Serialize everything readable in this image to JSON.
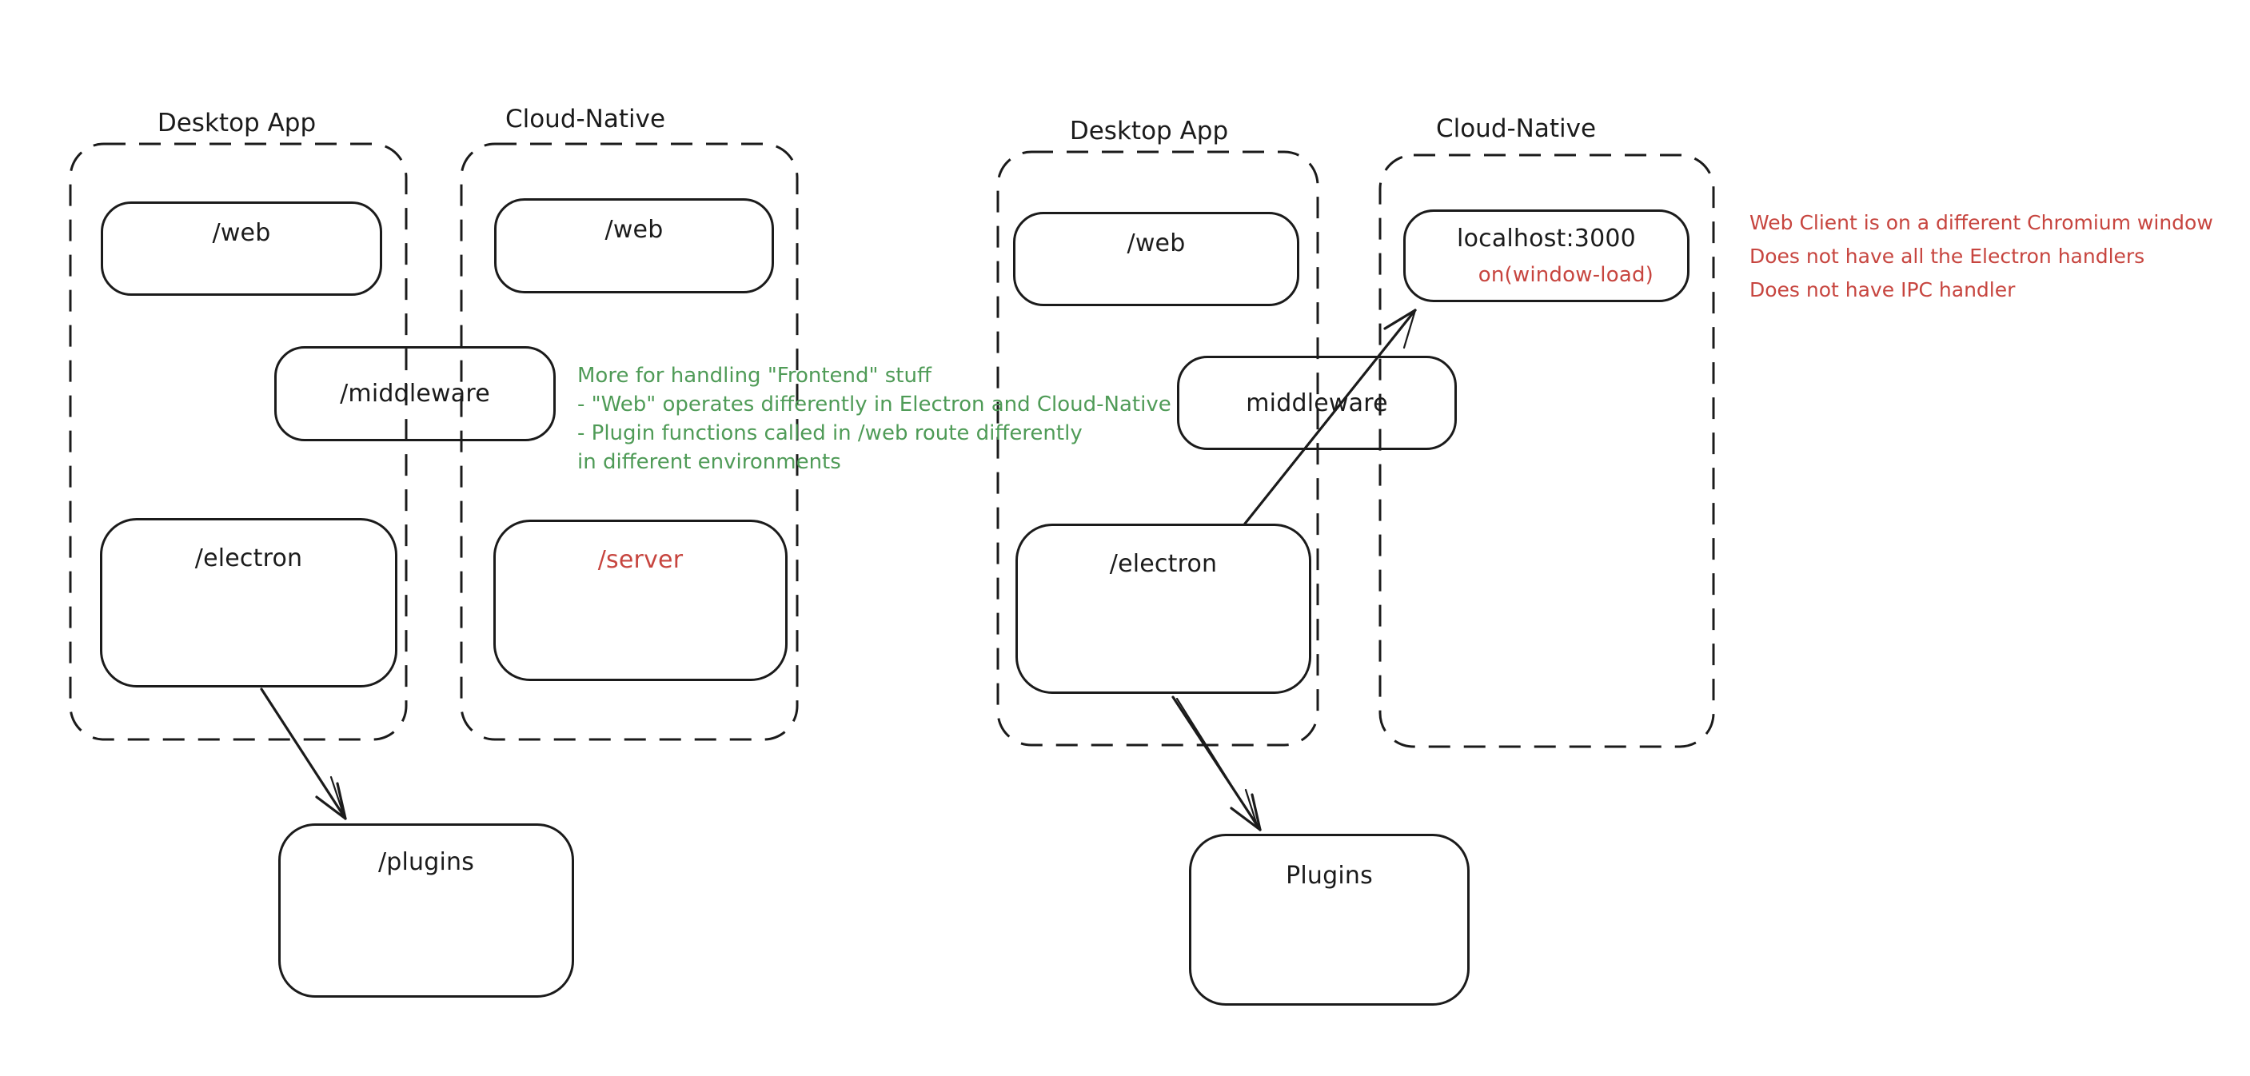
{
  "colors": {
    "ink": "#1b1b1b",
    "green": "#4f9b57",
    "red": "#c7453f",
    "background": "#ffffff"
  },
  "left_diagram": {
    "desktop_label": "Desktop App",
    "cloud_label": "Cloud-Native",
    "web_desktop": "/web",
    "web_cloud": "/web",
    "middleware": "/middleware",
    "electron": "/electron",
    "server": "/server",
    "plugins": "/plugins"
  },
  "green_note": {
    "lines": [
      "More for handling \"Frontend\" stuff",
      "- \"Web\" operates differently in Electron and Cloud-Native",
      "- Plugin functions called in /web route differently",
      "in different environments"
    ]
  },
  "right_diagram": {
    "desktop_label": "Desktop App",
    "cloud_label": "Cloud-Native",
    "web": "/web",
    "localhost": "localhost:3000",
    "window_load": "on(window-load)",
    "middleware": "middleware",
    "electron": "/electron",
    "plugins": "Plugins"
  },
  "red_note": {
    "lines": [
      "Web Client is on a different Chromium window",
      "Does not have all the Electron handlers",
      "Does not have IPC handler"
    ]
  }
}
